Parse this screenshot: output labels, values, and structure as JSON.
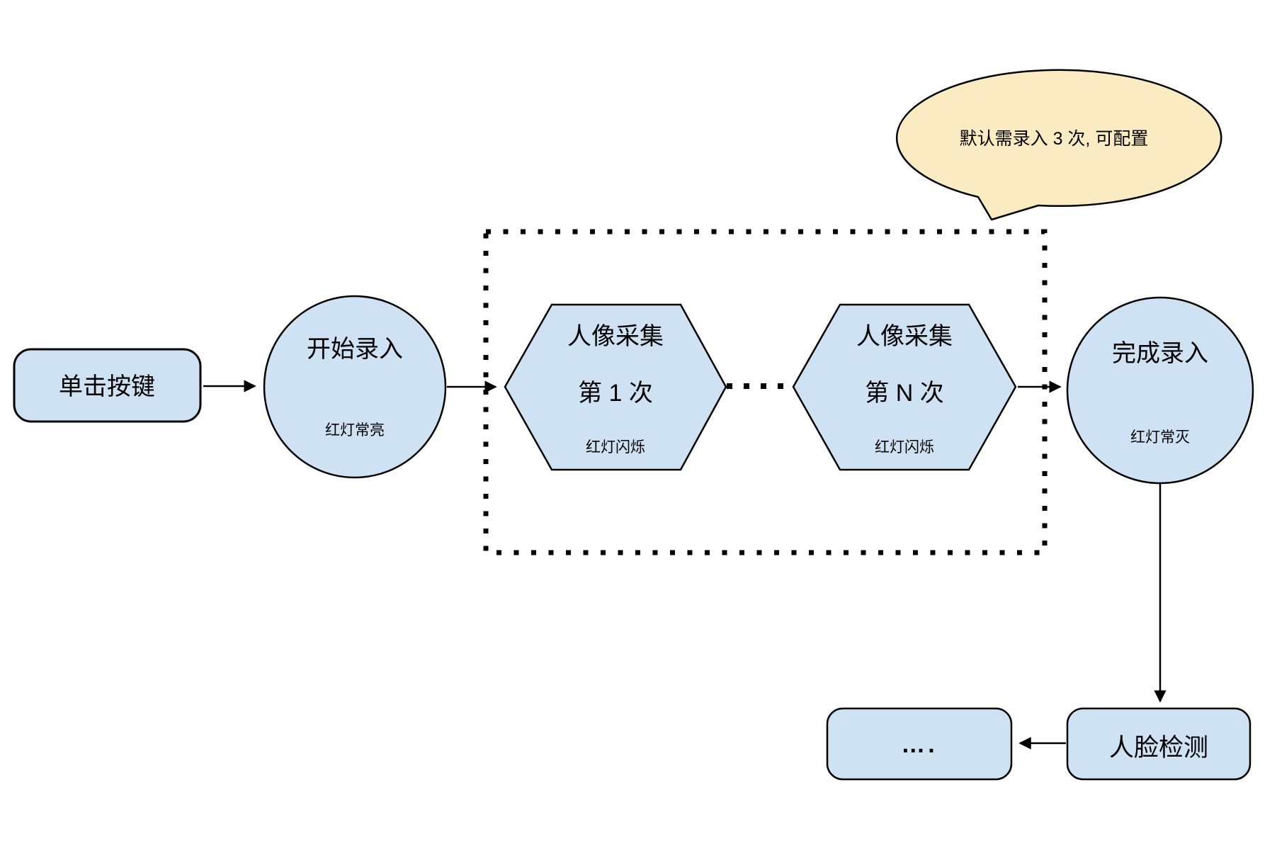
{
  "colors": {
    "node_fill": "#CFE2F3",
    "node_stroke": "#000000",
    "callout_fill": "#FAEBC3",
    "callout_stroke": "#000000",
    "background": "#FFFFFF"
  },
  "nodes": {
    "click_button": {
      "label": "单击按键"
    },
    "start_entry": {
      "label": "开始录入",
      "status": "红灯常亮"
    },
    "capture_first": {
      "title": "人像采集",
      "subtitle": "第 1 次",
      "status": "红灯闪烁"
    },
    "capture_nth": {
      "title": "人像采集",
      "subtitle": "第 N 次",
      "status": "红灯闪烁"
    },
    "finish_entry": {
      "label": "完成录入",
      "status": "红灯常灭"
    },
    "face_detection": {
      "label": "人脸检测"
    },
    "more_steps": {
      "label": "…."
    }
  },
  "callout": {
    "text": "默认需录入 3 次, 可配置"
  }
}
